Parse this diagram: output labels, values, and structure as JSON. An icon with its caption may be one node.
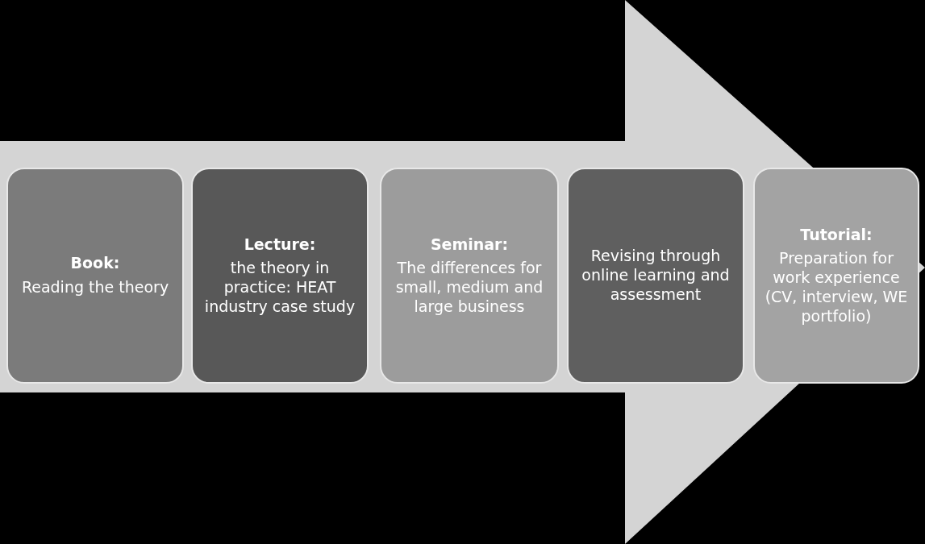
{
  "diagram": {
    "nodes": [
      {
        "text": [],
        "shape": "arrow"
      },
      {
        "text": [
          "Book:",
          "Reading the theory"
        ],
        "in": 0
      },
      {
        "text": [
          "Lecture:",
          "the theory in practice: HEAT industry case study"
        ],
        "in": 0
      },
      {
        "text": [
          "Seminar:",
          "The differences for small, medium and large business"
        ],
        "in": 0
      },
      {
        "text": [
          "Revising through online learning and assessment"
        ],
        "in": 0
      },
      {
        "text": [
          "Tutorial:",
          "Preparation for work experience (CV, interview, WE portfolio)"
        ],
        "in": 0
      }
    ],
    "edges": []
  }
}
